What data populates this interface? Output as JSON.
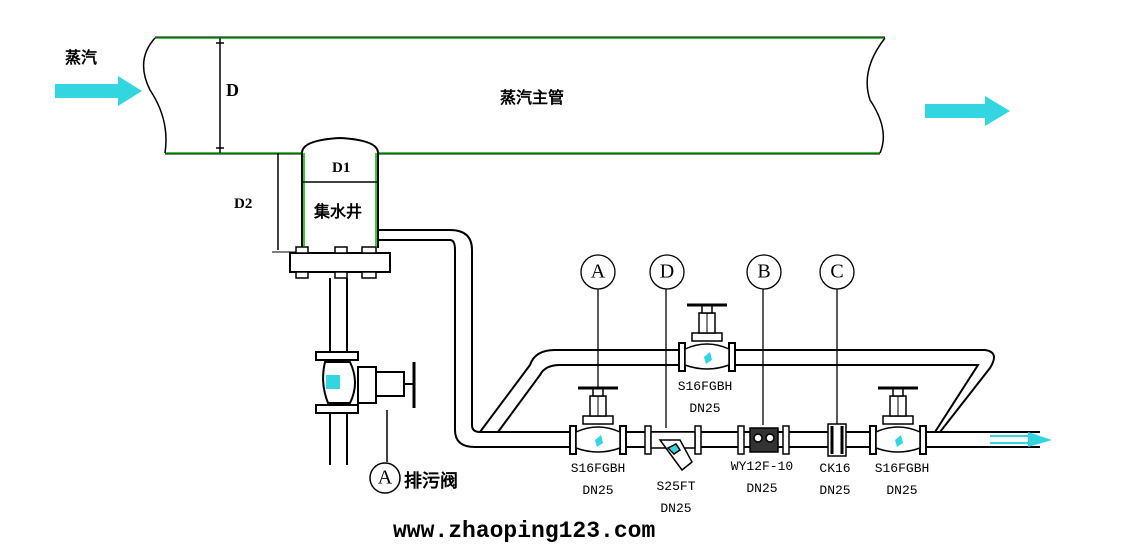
{
  "labels": {
    "steam": "蒸汽",
    "main_pipe": "蒸汽主管",
    "dim_D": "D",
    "dim_D1": "D1",
    "dim_D2": "D2",
    "collector": "集水井",
    "drain_valve": "排污阀",
    "watermark": "www.zhaoping123.com"
  },
  "callouts": [
    "A",
    "D",
    "B",
    "C",
    "A"
  ],
  "components": [
    {
      "model": "S16FGBH",
      "size": "DN25"
    },
    {
      "model": "S25FT",
      "size": "DN25"
    },
    {
      "model": "WY12F-10",
      "size": "DN25"
    },
    {
      "model": "CK16",
      "size": "DN25"
    },
    {
      "model": "S16FGBH",
      "size": "DN25"
    },
    {
      "model": "S16FGBH",
      "size": "DN25"
    }
  ],
  "colors": {
    "pipe_outline": "#33cc33",
    "arrow": "#33d6e0",
    "line": "#000000"
  }
}
